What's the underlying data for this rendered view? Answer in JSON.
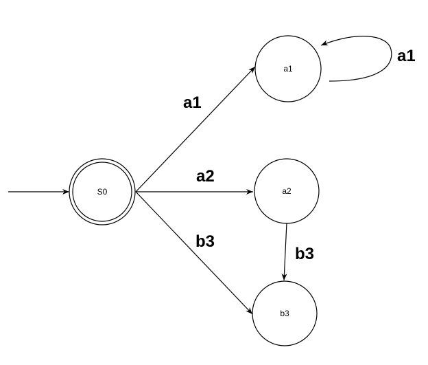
{
  "colors": {
    "background": "#ffffff",
    "stroke": "#000000"
  },
  "states": {
    "s0": {
      "label": "S0",
      "accepting": true,
      "initial": true
    },
    "a1": {
      "label": "a1"
    },
    "a2": {
      "label": "a2"
    },
    "b3": {
      "label": "b3"
    }
  },
  "transitions": {
    "s0_a1": {
      "from": "S0",
      "to": "a1",
      "label": "a1"
    },
    "a1_a1": {
      "from": "a1",
      "to": "a1",
      "label": "a1"
    },
    "s0_a2": {
      "from": "S0",
      "to": "a2",
      "label": "a2"
    },
    "s0_b3": {
      "from": "S0",
      "to": "b3",
      "label": "b3"
    },
    "a2_b3": {
      "from": "a2",
      "to": "b3",
      "label": "b3"
    }
  }
}
